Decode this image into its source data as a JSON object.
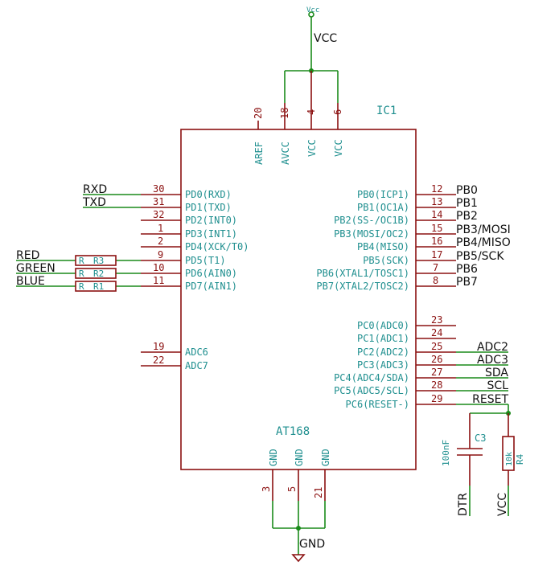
{
  "schematic": {
    "ic": {
      "ref": "IC1",
      "value": "AT168",
      "top_pins": [
        {
          "num": "20",
          "name": "AREF"
        },
        {
          "num": "18",
          "name": "AVCC"
        },
        {
          "num": "4",
          "name": "VCC"
        },
        {
          "num": "6",
          "name": "VCC"
        }
      ],
      "left_pins": [
        {
          "num": "30",
          "name": "PD0(RXD)"
        },
        {
          "num": "31",
          "name": "PD1(TXD)"
        },
        {
          "num": "32",
          "name": "PD2(INT0)"
        },
        {
          "num": "1",
          "name": "PD3(INT1)"
        },
        {
          "num": "2",
          "name": "PD4(XCK/T0)"
        },
        {
          "num": "9",
          "name": "PD5(T1)"
        },
        {
          "num": "10",
          "name": "PD6(AIN0)"
        },
        {
          "num": "11",
          "name": "PD7(AIN1)"
        },
        {
          "num": "19",
          "name": "ADC6"
        },
        {
          "num": "22",
          "name": "ADC7"
        }
      ],
      "right_pins": [
        {
          "num": "12",
          "name": "PB0(ICP1)"
        },
        {
          "num": "13",
          "name": "PB1(OC1A)"
        },
        {
          "num": "14",
          "name": "PB2(SS-/OC1B)"
        },
        {
          "num": "15",
          "name": "PB3(MOSI/OC2)"
        },
        {
          "num": "16",
          "name": "PB4(MISO)"
        },
        {
          "num": "17",
          "name": "PB5(SCK)"
        },
        {
          "num": "7",
          "name": "PB6(XTAL1/TOSC1)"
        },
        {
          "num": "8",
          "name": "PB7(XTAL2/TOSC2)"
        },
        {
          "num": "23",
          "name": "PC0(ADC0)"
        },
        {
          "num": "24",
          "name": "PC1(ADC1)"
        },
        {
          "num": "25",
          "name": "PC2(ADC2)"
        },
        {
          "num": "26",
          "name": "PC3(ADC3)"
        },
        {
          "num": "27",
          "name": "PC4(ADC4/SDA)"
        },
        {
          "num": "28",
          "name": "PC5(ADC5/SCL)"
        },
        {
          "num": "29",
          "name": "PC6(RESET-)"
        }
      ],
      "bottom_pins": [
        {
          "num": "3",
          "name": "GND"
        },
        {
          "num": "5",
          "name": "GND"
        },
        {
          "num": "21",
          "name": "GND"
        }
      ]
    },
    "nets": {
      "vcc_flag": "Vcc",
      "vcc_top": "VCC",
      "rxd": "RXD",
      "txd": "TXD",
      "red": "RED",
      "green": "GREEN",
      "blue": "BLUE",
      "pb0": "PB0",
      "pb1": "PB1",
      "pb2": "PB2",
      "pb3": "PB3/MOSI",
      "pb4": "PB4/MISO",
      "pb5": "PB5/SCK",
      "pb6": "PB6",
      "pb7": "PB7",
      "adc2": "ADC2",
      "adc3": "ADC3",
      "sda": "SDA",
      "scl": "SCL",
      "reset": "RESET",
      "dtr": "DTR",
      "vcc_bottom": "VCC",
      "gnd": "GND"
    },
    "resistors": [
      {
        "ref": "R3",
        "letter": "R"
      },
      {
        "ref": "R2",
        "letter": "R"
      },
      {
        "ref": "R1",
        "letter": "R"
      }
    ],
    "c3": {
      "ref": "C3",
      "value": "100nF"
    },
    "r4": {
      "ref": "R4",
      "value": "10k"
    }
  }
}
